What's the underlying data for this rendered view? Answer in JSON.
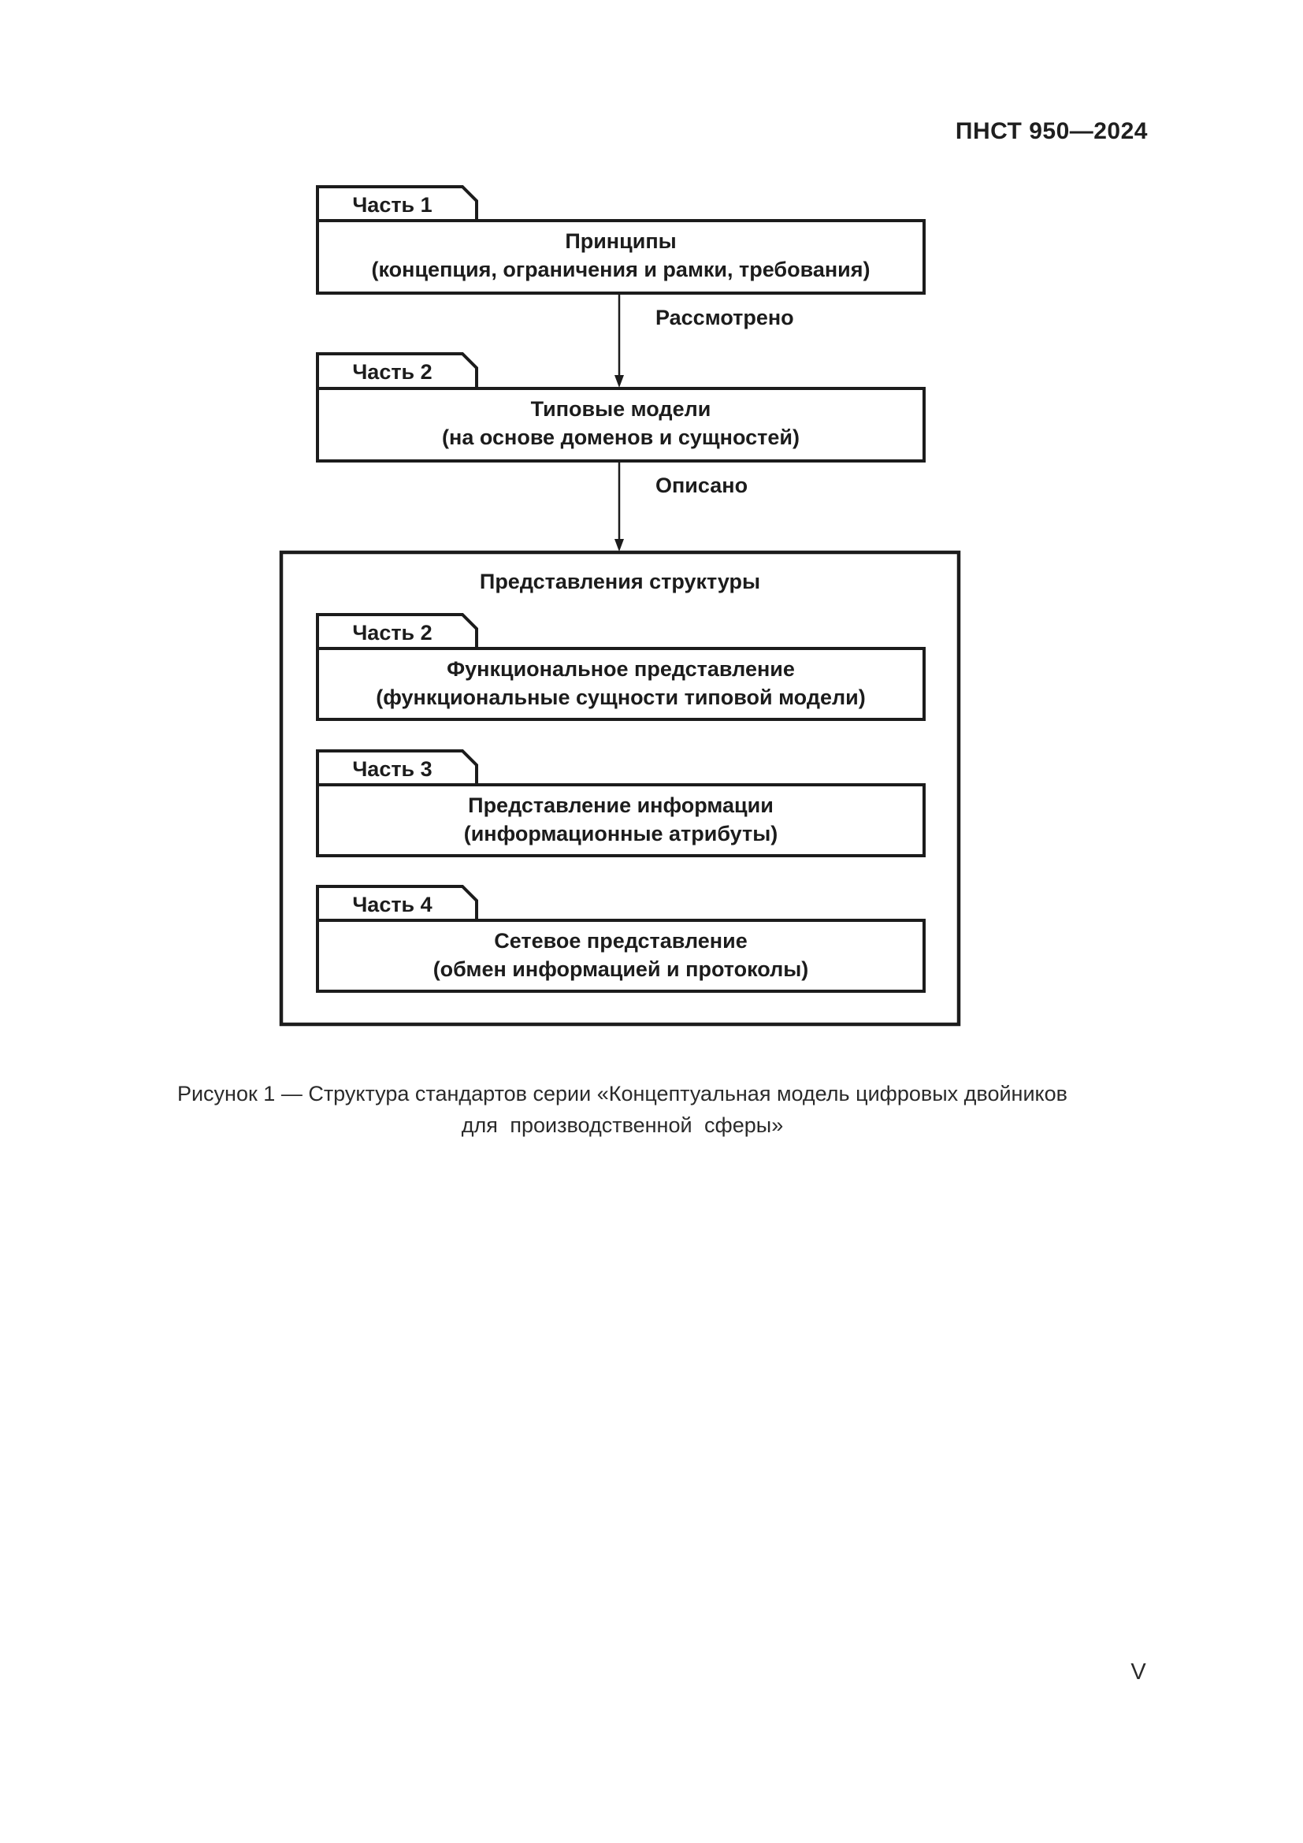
{
  "page": {
    "header": "ПНСТ 950—2024",
    "page_number": "V",
    "caption_line1": "Рисунок 1 — Структура стандартов серии «Концептуальная модель цифровых двойников",
    "caption_line2": "для производственной сферы»"
  },
  "diagram": {
    "packages": [
      {
        "tab": "Часть 1",
        "line1": "Принципы",
        "line2": "(концепция, ограничения и рамки, требования)"
      },
      {
        "tab": "Часть 2",
        "line1": "Типовые модели",
        "line2": "(на основе доменов и сущностей)"
      }
    ],
    "arrows": [
      {
        "label": "Рассмотрено"
      },
      {
        "label": "Описано"
      }
    ],
    "group": {
      "title": "Представления структуры",
      "packages": [
        {
          "tab": "Часть 2",
          "line1": "Функциональное представление",
          "line2": "(функциональные сущности типовой модели)"
        },
        {
          "tab": "Часть 3",
          "line1": "Представление информации",
          "line2": "(информационные атрибуты)"
        },
        {
          "tab": "Часть 4",
          "line1": "Сетевое представление",
          "line2": "(обмен информацией и протоколы)"
        }
      ]
    }
  }
}
